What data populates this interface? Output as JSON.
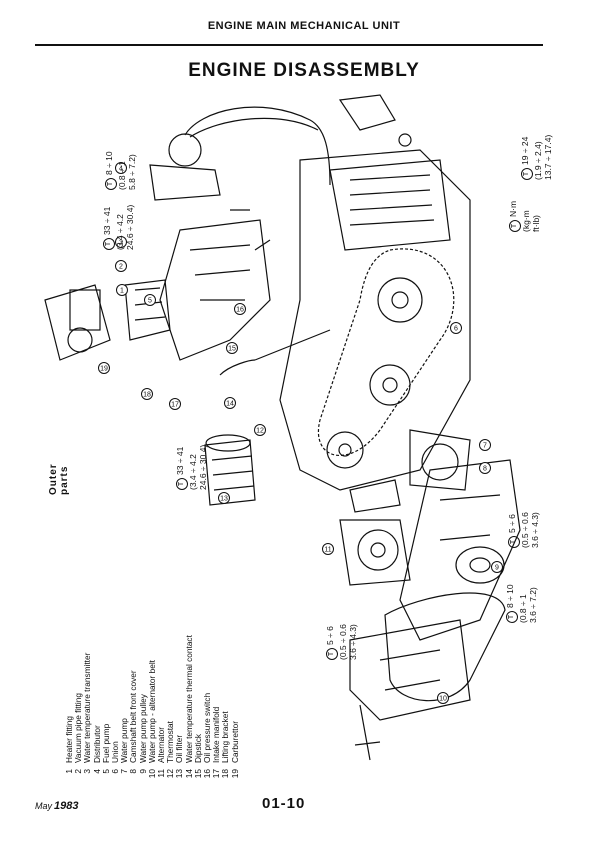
{
  "header": {
    "section_title": "ENGINE MAIN MECHANICAL UNIT"
  },
  "page_title": "ENGINE DISASSEMBLY",
  "legend": {
    "title": "Outer parts",
    "items": [
      {
        "num": "1",
        "label": "Heater fitting"
      },
      {
        "num": "2",
        "label": "Vacuum pipe fitting"
      },
      {
        "num": "3",
        "label": "Water temperature transmitter"
      },
      {
        "num": "4",
        "label": "Distributor"
      },
      {
        "num": "5",
        "label": "Fuel pump"
      },
      {
        "num": "6",
        "label": "Union"
      },
      {
        "num": "7",
        "label": "Water pump"
      },
      {
        "num": "8",
        "label": "Camshaft belt front cover"
      },
      {
        "num": "9",
        "label": "Water pump pulley"
      },
      {
        "num": "10",
        "label": "Water pump - alternator belt"
      },
      {
        "num": "11",
        "label": "Alternator"
      },
      {
        "num": "12",
        "label": "Thermostat"
      },
      {
        "num": "13",
        "label": "Oil filter"
      },
      {
        "num": "14",
        "label": "Water temperature thermal contact"
      },
      {
        "num": "15",
        "label": "Dipstick"
      },
      {
        "num": "16",
        "label": "Oil pressure switch"
      },
      {
        "num": "17",
        "label": "Intake manifold"
      },
      {
        "num": "18",
        "label": "Lifting bracket"
      },
      {
        "num": "19",
        "label": "Carburettor"
      }
    ]
  },
  "units_key": {
    "symbol": "T",
    "line1": "N·m",
    "line2": "(kg·m",
    "line3": "ft·lb)"
  },
  "torque_specs": {
    "a": {
      "l1": "19 ÷ 24",
      "l2": "(1.9 ÷ 2.4)",
      "l3": "13.7 ÷ 17.4)"
    },
    "b": {
      "l1": "8 ÷ 10",
      "l2": "(0.8 ÷ 1",
      "l3": "5.8 ÷ 7.2)"
    },
    "c": {
      "l1": "33 ÷ 41",
      "l2": "(3.4 ÷ 4.2",
      "l3": "24.6 ÷ 30.4)"
    },
    "d": {
      "l1": "33 ÷ 41",
      "l2": "(3.4 ÷ 4.2",
      "l3": "24.6 ÷ 30.4)"
    },
    "e": {
      "l1": "5 ÷ 6",
      "l2": "(0.5 ÷ 0.6",
      "l3": "3.6 ÷ 4.3)"
    },
    "f": {
      "l1": "5 ÷ 6",
      "l2": "(0.5 ÷ 0.6",
      "l3": "3.6 ÷ 4.3)"
    },
    "g": {
      "l1": "8 ÷ 10",
      "l2": "(0.8 ÷ 1",
      "l3": "3.6 ÷ 7.2)"
    }
  },
  "callouts": [
    "1",
    "2",
    "3",
    "4",
    "5",
    "6",
    "7",
    "8",
    "9",
    "10",
    "11",
    "12",
    "13",
    "14",
    "15",
    "16",
    "17",
    "18",
    "19"
  ],
  "footer": {
    "date_month": "May",
    "date_year": "1983",
    "page_number": "01-10"
  }
}
